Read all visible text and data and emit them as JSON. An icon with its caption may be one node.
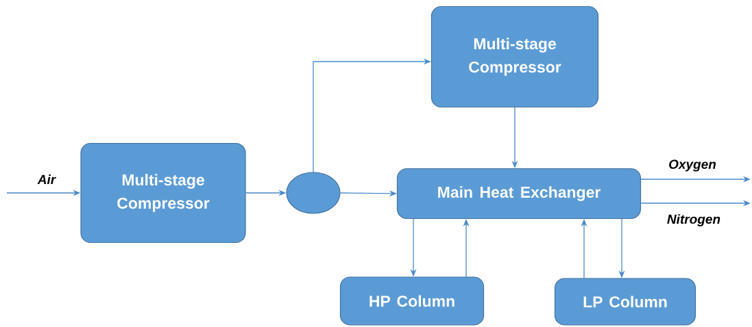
{
  "diagram": {
    "nodes": [
      {
        "text": [
          "Multi-stage Compressor"
        ]
      },
      {
        "text": [],
        "shape": "circle"
      },
      {
        "text": [
          "Multi-stage Compressor"
        ]
      },
      {
        "text": [
          "Main Heat Exchanger"
        ]
      },
      {
        "text": [
          "HP Column"
        ]
      },
      {
        "text": [
          "LP Column"
        ]
      }
    ],
    "edges": [
      {
        "from": null,
        "to": 0,
        "arrow": "to",
        "label": "Air"
      },
      {
        "from": 0,
        "to": 1,
        "arrow": "to"
      },
      {
        "from": 1,
        "to": 2,
        "arrow": "to"
      },
      {
        "from": 1,
        "to": 3,
        "arrow": "to"
      },
      {
        "from": 2,
        "to": 3,
        "arrow": "to"
      },
      {
        "from": 3,
        "to": 4,
        "arrow": "to"
      },
      {
        "from": 4,
        "to": 3,
        "arrow": "to"
      },
      {
        "from": 5,
        "to": 3,
        "arrow": "to"
      },
      {
        "from": 3,
        "to": 5,
        "arrow": "to"
      },
      {
        "from": 3,
        "to": null,
        "arrow": "to",
        "label": "Oxygen"
      },
      {
        "from": 3,
        "to": null,
        "arrow": "to",
        "label": "Nitrogen"
      }
    ]
  }
}
